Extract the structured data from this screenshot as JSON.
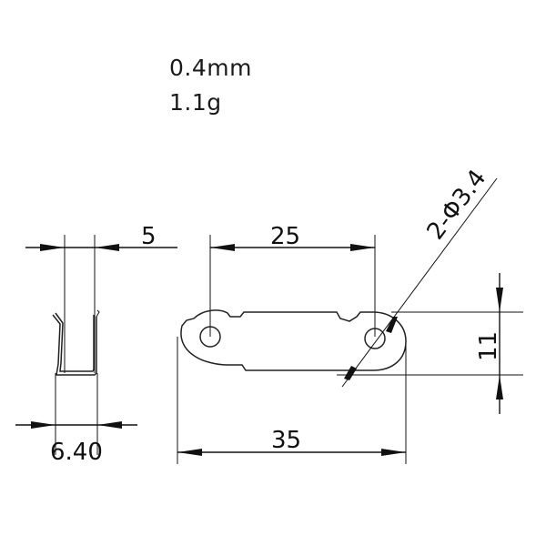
{
  "specs": {
    "thickness": "0.4mm",
    "weight": "1.1g"
  },
  "side_view": {
    "top_dimension": "5",
    "bottom_dimension": "6.40"
  },
  "front_view": {
    "hole_spacing": "25",
    "overall_length": "35",
    "height": "11",
    "hole_callout": "2-Φ3.4"
  }
}
